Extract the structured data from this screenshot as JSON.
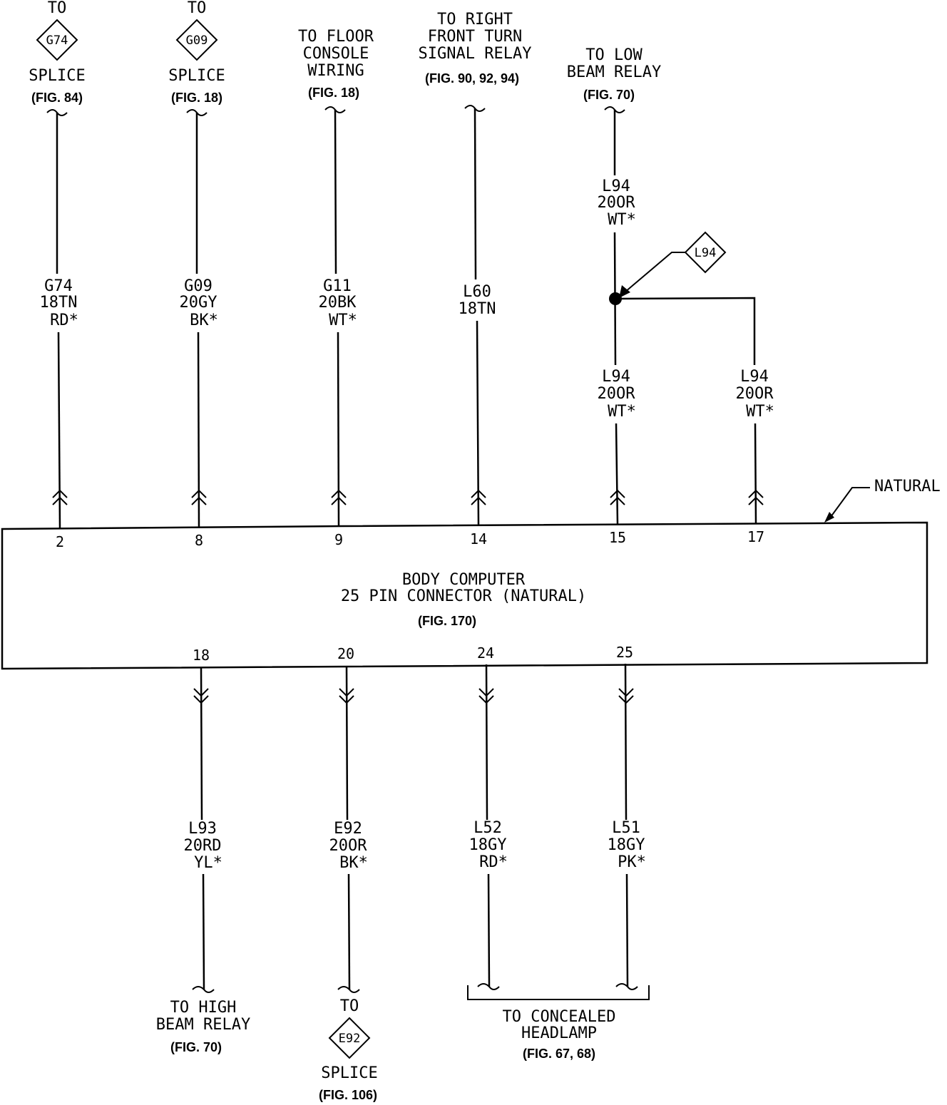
{
  "connector": {
    "title_line1": "BODY COMPUTER",
    "title_line2": "25 PIN CONNECTOR (NATURAL)",
    "fig": "(FIG. 170)",
    "color_callout": "NATURAL"
  },
  "top_wires": [
    {
      "pin": "2",
      "circuit": "G74",
      "gauge": "18TN",
      "tracer": "RD*",
      "dest_lines": [
        "SPLICE"
      ],
      "prefix": "TO",
      "diamond": "G74",
      "fig": "(FIG. 84)"
    },
    {
      "pin": "8",
      "circuit": "G09",
      "gauge": "20GY",
      "tracer": "BK*",
      "dest_lines": [
        "SPLICE"
      ],
      "prefix": "TO",
      "diamond": "G09",
      "fig": "(FIG. 18)"
    },
    {
      "pin": "9",
      "circuit": "G11",
      "gauge": "20BK",
      "tracer": "WT*",
      "dest_lines": [
        "TO FLOOR",
        "CONSOLE",
        "WIRING"
      ],
      "fig": "(FIG. 18)"
    },
    {
      "pin": "14",
      "circuit": "L60",
      "gauge": "18TN",
      "tracer": "",
      "dest_lines": [
        "TO RIGHT",
        "FRONT TURN",
        "SIGNAL RELAY"
      ],
      "fig": "(FIG. 90, 92, 94)"
    },
    {
      "pin": "15",
      "circuit": "L94",
      "gauge": "20OR",
      "tracer": "WT*",
      "dest_lines": [
        "TO LOW",
        "BEAM RELAY"
      ],
      "fig": "(FIG. 70)",
      "upper_circuit": "L94",
      "upper_gauge": "20OR",
      "upper_tracer": "WT*"
    },
    {
      "pin": "17",
      "circuit": "L94",
      "gauge": "20OR",
      "tracer": "WT*"
    }
  ],
  "splice_marker": "L94",
  "bottom_wires": [
    {
      "pin": "18",
      "circuit": "L93",
      "gauge": "20RD",
      "tracer": "YL*",
      "dest_lines": [
        "TO HIGH",
        "BEAM RELAY"
      ],
      "fig": "(FIG. 70)"
    },
    {
      "pin": "20",
      "circuit": "E92",
      "gauge": "20OR",
      "tracer": "BK*",
      "prefix": "TO",
      "diamond": "E92",
      "dest_lines": [
        "SPLICE"
      ],
      "fig": "(FIG. 106)"
    },
    {
      "pin": "24",
      "circuit": "L52",
      "gauge": "18GY",
      "tracer": "RD*"
    },
    {
      "pin": "25",
      "circuit": "L51",
      "gauge": "18GY",
      "tracer": "PK*"
    }
  ],
  "shared_destination": {
    "lines": [
      "TO CONCEALED",
      "HEADLAMP"
    ],
    "fig": "(FIG. 67, 68)"
  }
}
